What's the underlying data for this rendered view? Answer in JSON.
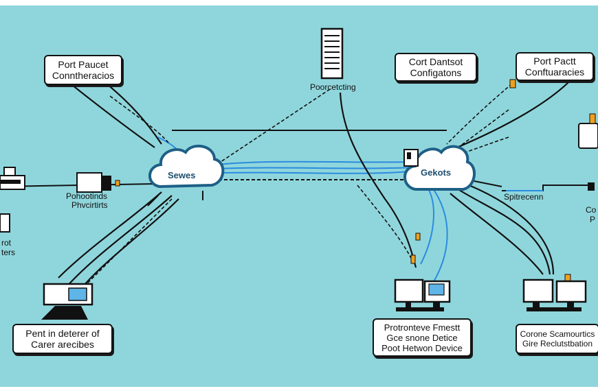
{
  "diagram": {
    "label_boxes": {
      "top_left": [
        "Port Paucet",
        "Conntheracios"
      ],
      "top_center": [
        "Cort Dantsot",
        "Configatons"
      ],
      "top_right": [
        "Port Pactt",
        "Conftuaracies"
      ],
      "bottom_left": [
        "Pent in deterer of",
        "Carer arecibes"
      ],
      "bottom_center": [
        "Protronteve Fmestt",
        "Gce snone Detice",
        "Poot Hetwon Device"
      ],
      "bottom_right": [
        "Corone Scamourtics",
        "Gire Reclutstbation"
      ]
    },
    "cloud_labels": {
      "left": "Sewes",
      "right": "Gekots"
    },
    "node_labels": {
      "server": "Poorcetcting",
      "switch_left": [
        "Pohootinds",
        "Phvcirtirts"
      ],
      "right_mid": "Spitrecenn",
      "far_right": [
        "Co",
        "P"
      ],
      "far_left": [
        "rot",
        "ters"
      ]
    },
    "colors": {
      "background": "#8fd6dc",
      "cloud_fill": "#ffffff",
      "cloud_stroke": "#1d5f86",
      "link_blue": "#2a8be0",
      "cable_black": "#111111",
      "connector_orange": "#f0a020"
    }
  }
}
